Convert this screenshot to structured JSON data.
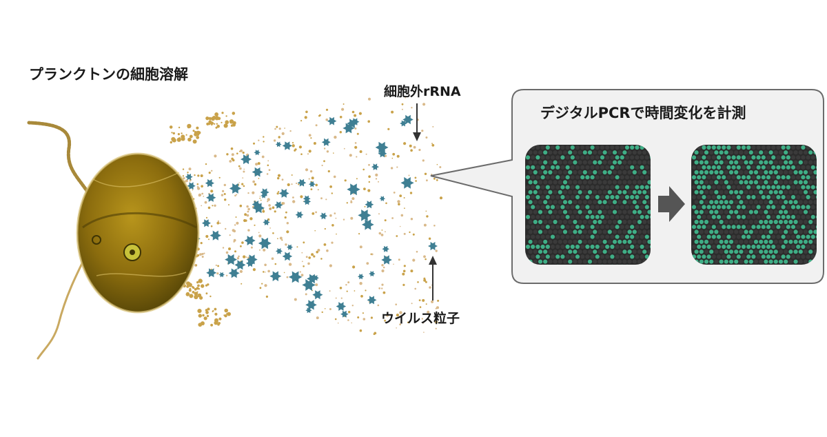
{
  "labels": {
    "plankton_lysis": "プランクトンの細胞溶解",
    "extracellular_rrna": "細胞外rRNA",
    "virus_particles": "ウイルス粒子",
    "digital_pcr": "デジタルPCRで時間変化を計測"
  },
  "colors": {
    "background": "#ffffff",
    "cell_body": "#9a7a12",
    "cell_dark": "#5c4a08",
    "debris": "#c9a24a",
    "virus": "#3f7f93",
    "bubble_fill": "#f2f2f2",
    "bubble_stroke": "#6b6b6b",
    "pcr_bg": "#2b2b2b",
    "pcr_positive": "#3fae86",
    "arrow": "#555555"
  },
  "icons": {
    "cell": "plankton-cell-icon",
    "virus": "virus-particle-icon",
    "arrow_right": "arrow-right-icon",
    "arrow_down": "arrow-down-icon",
    "arrow_up": "arrow-up-icon"
  },
  "pcr": {
    "before_positive_fraction": 0.35,
    "after_positive_fraction": 0.58
  }
}
